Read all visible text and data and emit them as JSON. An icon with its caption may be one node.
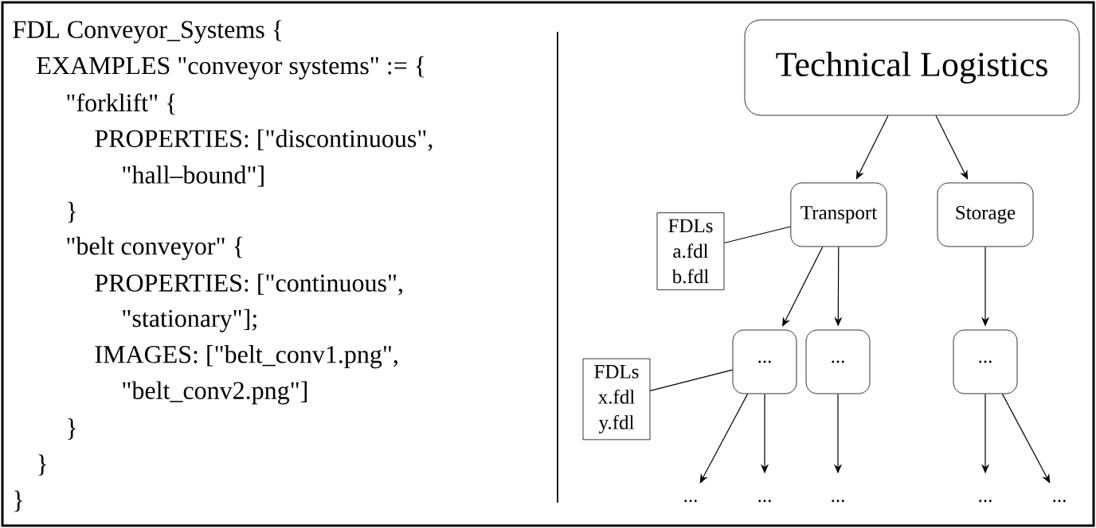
{
  "diagram": {
    "nodes": [
      {
        "text": [
          "Technical Logistics"
        ]
      },
      {
        "text": [
          "FDLs a.fdl b.fdl"
        ]
      },
      {
        "text": [
          "Transport"
        ]
      },
      {
        "text": [
          "Storage"
        ]
      },
      {
        "text": [
          "FDLs x.fdl y.fdl"
        ]
      },
      {
        "text": [
          "..."
        ]
      },
      {
        "text": [
          "..."
        ]
      },
      {
        "text": [
          "..."
        ]
      },
      {
        "text": [
          "..."
        ]
      },
      {
        "text": [
          "..."
        ]
      },
      {
        "text": [
          "..."
        ]
      },
      {
        "text": [
          "..."
        ]
      },
      {
        "text": [
          "..."
        ]
      }
    ],
    "edges": [
      {
        "from": 0,
        "to": 2,
        "arrow": "to"
      },
      {
        "from": 0,
        "to": 3,
        "arrow": "to"
      },
      {
        "from": 1,
        "to": 2,
        "arrow": "none"
      },
      {
        "from": 2,
        "to": 5,
        "arrow": "to"
      },
      {
        "from": 2,
        "to": 6,
        "arrow": "to"
      },
      {
        "from": 3,
        "to": 7,
        "arrow": "to"
      },
      {
        "from": 4,
        "to": 5,
        "arrow": "none"
      },
      {
        "from": 5,
        "to": 8,
        "arrow": "to"
      },
      {
        "from": 5,
        "to": 9,
        "arrow": "to"
      },
      {
        "from": 6,
        "to": 10,
        "arrow": "to"
      },
      {
        "from": 7,
        "to": 11,
        "arrow": "to"
      },
      {
        "from": 7,
        "to": 12,
        "arrow": "to"
      }
    ],
    "labels": [
      "FDL Conveyor_Systems {",
      "EXAMPLES \"conveyor systems\" := {",
      "\"forklift\" {",
      "PROPERTIES: [\"discontinuous\",",
      "\"hall–bound\"]",
      "}",
      "\"belt conveyor\" {",
      "PROPERTIES: [\"continuous\",",
      "\"stationary\"];",
      "IMAGES: [\"belt_conv1.png\",",
      "\"belt_conv2.png\"]",
      "}",
      "}",
      "}"
    ]
  }
}
